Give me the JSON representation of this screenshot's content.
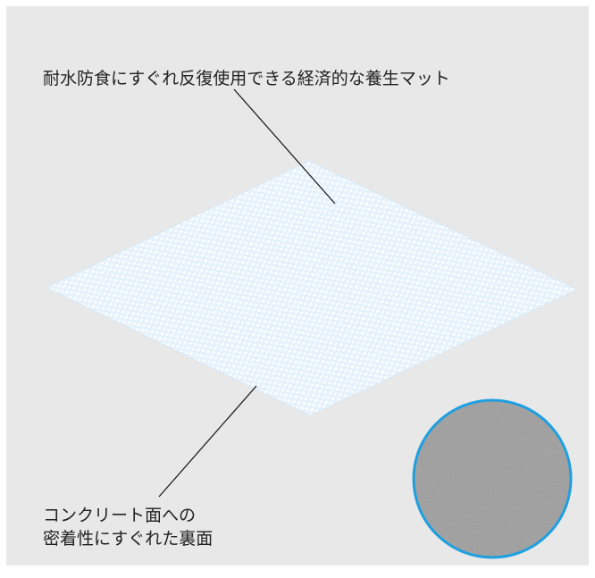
{
  "labels": {
    "top_callout": "耐水防食にすぐれ反復使用できる経済的な養生マット",
    "bottom_callout_line1": "コンクリート面への",
    "bottom_callout_line2": "密着性にすぐれた裏面"
  },
  "colors": {
    "background_panel": "#e8e8e8",
    "mat_fill": "#e4f2fb",
    "mat_pattern": "#ffffff",
    "detail_circle_border": "#1ea0e0",
    "detail_circle_fill": "#a9a9a9",
    "leader_line": "#111111"
  },
  "icons": {
    "mat": "curing-mat-illustration",
    "detail": "back-surface-texture-closeup"
  }
}
